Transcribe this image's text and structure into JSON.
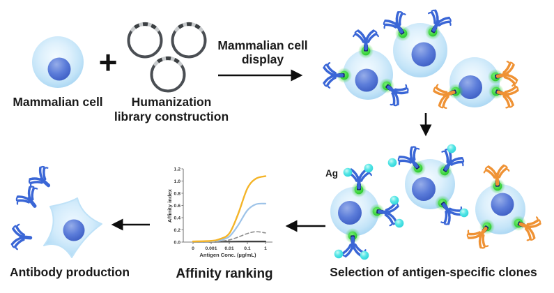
{
  "labels": {
    "mammalian_cell": "Mammalian cell",
    "plus": "+",
    "humanization_l1": "Humanization",
    "humanization_l2": "library construction",
    "display_l1": "Mammalian cell",
    "display_l2": "display",
    "ag": "Ag",
    "selection": "Selection of antigen-specific clones",
    "affinity_ranking": "Affinity ranking",
    "antibody_production": "Antibody production"
  },
  "icons": {
    "antibody": "antibody-icon (Y-shaped immunoglobulin)",
    "plasmid": "plasmid-icon (circular vector with library insert)",
    "antigen": "antigen-dot (cyan sphere)",
    "membrane_anchor": "membrane-anchor-dot (green membrane anchor)",
    "cell": "cell-icon (round cell with nucleus)",
    "production_cell": "production-cell-icon (spindle-shaped cell)"
  },
  "colors": {
    "antibody_blue": "#3a66d6",
    "antibody_orange": "#ef9234",
    "antibody_hinge_navy": "#17266b",
    "anchor_green": "#35d13a",
    "antigen_cyan": "#3fdede",
    "cell_fill_light": "#cde9fb",
    "nucleus_blue": "#4b6fd0",
    "plasmid_ring_dark": "#4a4e53",
    "plasmid_arc_light": "#c7cacc",
    "arrow_black": "#0d0d0d"
  },
  "chart_data": {
    "type": "line",
    "title": "Affinity ranking",
    "xlabel": "Antigen Conc. (µg/mL)",
    "ylabel": "Affinity index",
    "xticks": [
      "0",
      "0.001",
      "0.01",
      "0.1",
      "1"
    ],
    "yticks": [
      "0.0",
      "0.2",
      "0.4",
      "0.6",
      "0.8",
      "1.0",
      "1.2"
    ],
    "ylim": [
      0,
      1.2
    ],
    "x_scale": "log-with-zero-point",
    "grid": false,
    "legend": "none",
    "series": [
      {
        "id": "dark-flat",
        "color": "#3f3f3f",
        "style": "solid",
        "width": 2.0,
        "points": [
          [
            0,
            0.002
          ],
          [
            0.003,
            0.005
          ],
          [
            0.03,
            0.01
          ],
          [
            1,
            0.012
          ]
        ]
      },
      {
        "id": "gray-dashed",
        "color": "#8c8c8c",
        "style": "dashed",
        "width": 1.6,
        "points": [
          [
            0,
            0.0
          ],
          [
            0.001,
            0.005
          ],
          [
            0.003,
            0.012
          ],
          [
            0.01,
            0.035
          ],
          [
            0.03,
            0.08
          ],
          [
            0.1,
            0.14
          ],
          [
            0.3,
            0.17
          ],
          [
            1,
            0.15
          ]
        ]
      },
      {
        "id": "blue",
        "color": "#9dc3e8",
        "style": "solid",
        "width": 2.2,
        "points": [
          [
            0,
            0.005
          ],
          [
            0.001,
            0.012
          ],
          [
            0.003,
            0.03
          ],
          [
            0.01,
            0.09
          ],
          [
            0.03,
            0.27
          ],
          [
            0.1,
            0.52
          ],
          [
            0.3,
            0.62
          ],
          [
            1,
            0.63
          ]
        ]
      },
      {
        "id": "orange",
        "color": "#f4b428",
        "style": "solid",
        "width": 2.4,
        "points": [
          [
            0,
            0.01
          ],
          [
            0.001,
            0.02
          ],
          [
            0.003,
            0.05
          ],
          [
            0.01,
            0.14
          ],
          [
            0.03,
            0.45
          ],
          [
            0.1,
            0.88
          ],
          [
            0.3,
            1.04
          ],
          [
            1,
            1.08
          ]
        ]
      }
    ]
  }
}
